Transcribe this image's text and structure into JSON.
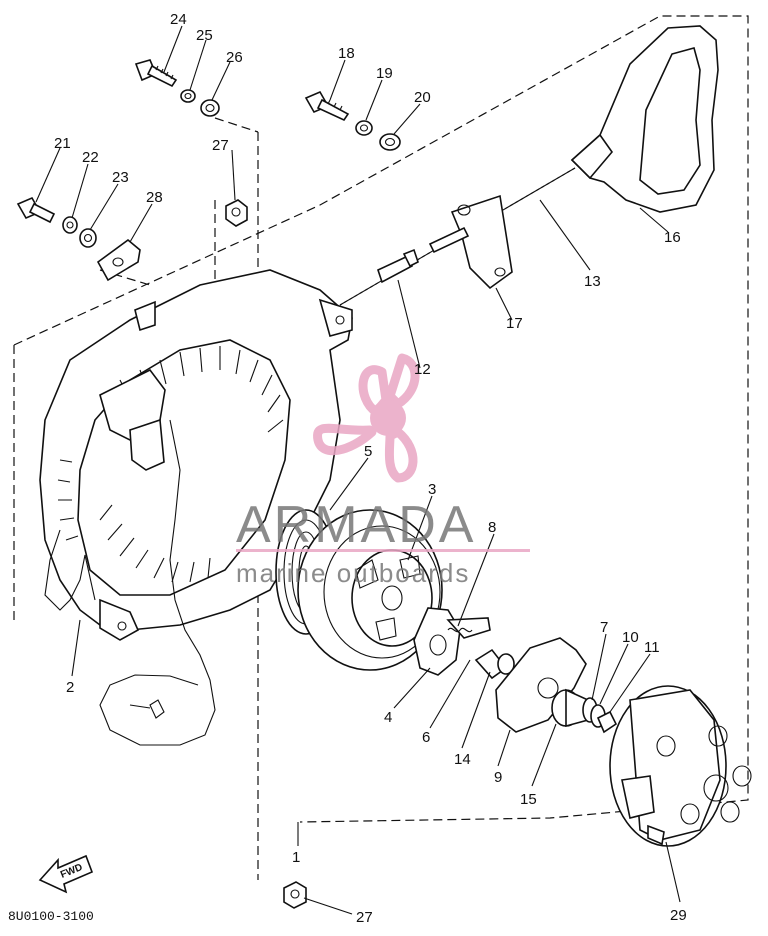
{
  "diagram_code": "8U0100-3100",
  "fwd_label": "FWD",
  "watermark": {
    "brand": "ARMADA",
    "tagline": "marine outboards",
    "accent_color": "#e9a6c4",
    "text_color": "#777777"
  },
  "callouts": {
    "c24": "24",
    "c25": "25",
    "c26": "26",
    "c27a": "27",
    "c18": "18",
    "c19": "19",
    "c20": "20",
    "c21": "21",
    "c22": "22",
    "c23": "23",
    "c28": "28",
    "c16": "16",
    "c13": "13",
    "c17": "17",
    "c12": "12",
    "c5": "5",
    "c3": "3",
    "c8": "8",
    "c7": "7",
    "c10": "10",
    "c11": "11",
    "c2": "2",
    "c4": "4",
    "c6": "6",
    "c14": "14",
    "c9": "9",
    "c15": "15",
    "c1": "1",
    "c27b": "27",
    "c29": "29"
  }
}
